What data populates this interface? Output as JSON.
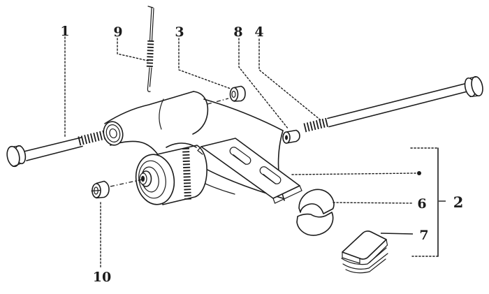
{
  "diagram": {
    "kind": "exploded-parts-line-drawing",
    "callouts": {
      "c1": "1",
      "c9": "9",
      "c3": "3",
      "c8": "8",
      "c4": "4",
      "c2": "2",
      "c6": "6",
      "c7": "7",
      "c10": "10"
    },
    "colors": {
      "ink": "#1c1c1c",
      "background": "#ffffff"
    }
  }
}
